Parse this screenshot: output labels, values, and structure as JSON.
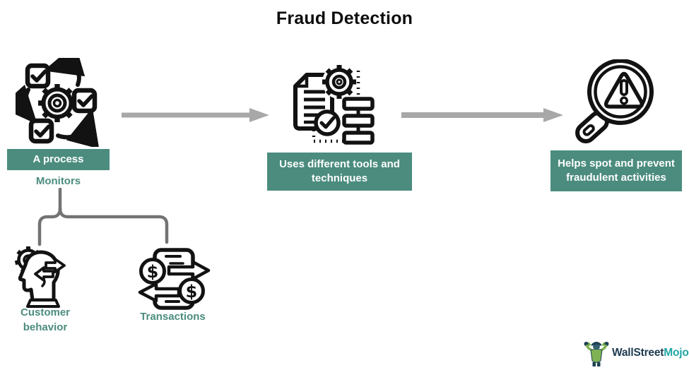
{
  "title": "Fraud Detection",
  "flow": {
    "step1": {
      "label": "A process",
      "icon": "process-cycle-icon"
    },
    "step2": {
      "label": "Uses different tools and techniques",
      "icon": "document-gear-checklist-icon"
    },
    "step3": {
      "label": "Helps spot and prevent fraudulent activities",
      "icon": "magnifier-warning-icon"
    }
  },
  "monitors": {
    "label": "Monitors",
    "children": [
      {
        "label": "Customer behavior",
        "icon": "head-gear-exchange-icon"
      },
      {
        "label": "Transactions",
        "icon": "phone-money-transfer-icon"
      }
    ]
  },
  "logo": {
    "brand_primary": "WallStreet",
    "brand_accent": "Mojo",
    "icon": "strongman-mascot-icon"
  },
  "colors": {
    "teal": "#4B8C7E",
    "arrow_gray": "#A8A8A8",
    "bracket_gray": "#737373",
    "icon_black": "#121212",
    "logo_dark": "#1D3B4F",
    "logo_accent": "#1FA6A4"
  }
}
